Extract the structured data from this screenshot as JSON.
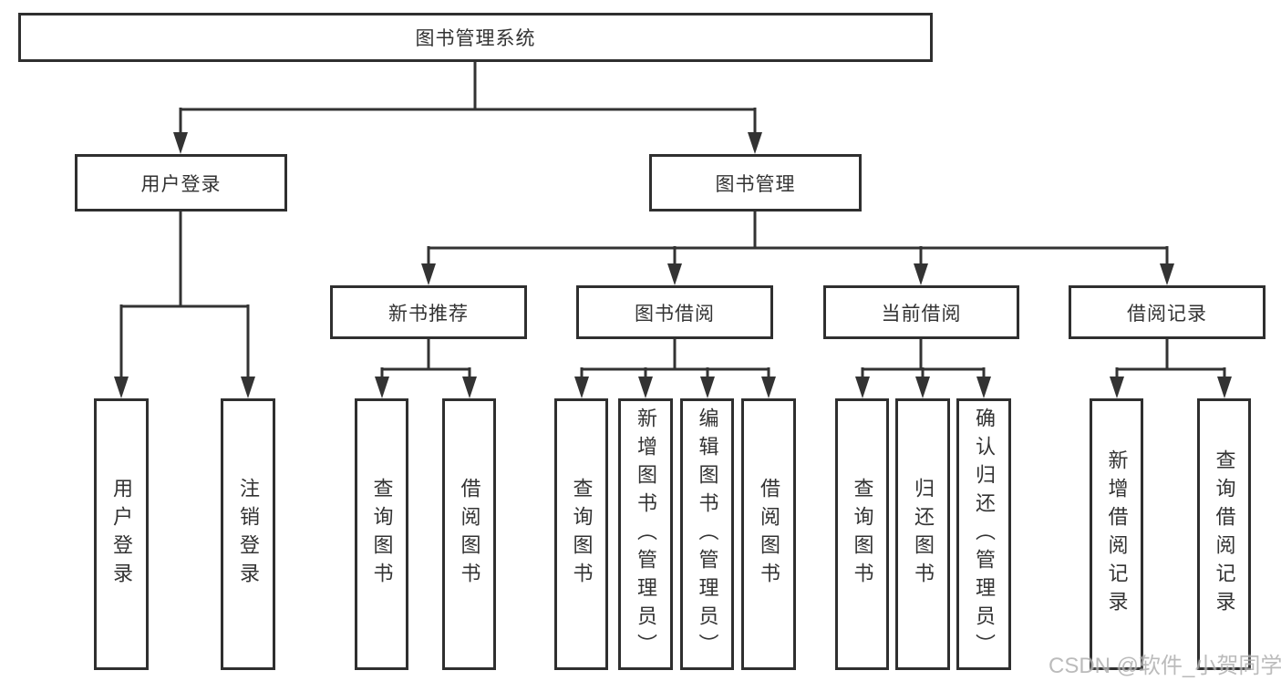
{
  "colors": {
    "background": "#ffffff",
    "box_border": "#2f2f2f",
    "text": "#333333",
    "connector": "#333333",
    "watermark": "#b0b0b0"
  },
  "tree": {
    "label": "图书管理系统",
    "children": [
      {
        "label": "用户登录",
        "children": [
          {
            "label": "用户登录"
          },
          {
            "label": "注销登录"
          }
        ]
      },
      {
        "label": "图书管理",
        "children": [
          {
            "label": "新书推荐",
            "children": [
              {
                "label": "查询图书"
              },
              {
                "label": "借阅图书"
              }
            ]
          },
          {
            "label": "图书借阅",
            "children": [
              {
                "label": "查询图书"
              },
              {
                "label": "新增图书（管理员）"
              },
              {
                "label": "编辑图书（管理员）"
              },
              {
                "label": "借阅图书"
              }
            ]
          },
          {
            "label": "当前借阅",
            "children": [
              {
                "label": "查询图书"
              },
              {
                "label": "归还图书"
              },
              {
                "label": "确认归还（管理员）"
              }
            ]
          },
          {
            "label": "借阅记录",
            "children": [
              {
                "label": "新增借阅记录"
              },
              {
                "label": "查询借阅记录"
              }
            ]
          }
        ]
      }
    ]
  },
  "watermark": {
    "text": "CSDN @软件_小贺同学"
  }
}
